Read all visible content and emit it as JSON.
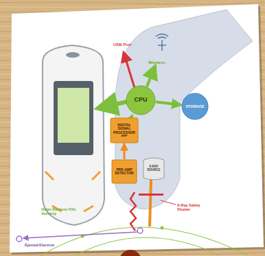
{
  "diagram": {
    "nodes": [
      {
        "text": [
          "CPU"
        ]
      },
      {
        "text": [
          "STORAGE"
        ]
      },
      {
        "text": [
          "DIGITAL SIGNAL PROCESSOR",
          "AMP"
        ]
      },
      {
        "text": [
          "PRE-AMP",
          "DETECTOR"
        ]
      },
      {
        "text": [
          "X-RAY SOURCE"
        ]
      }
    ],
    "edges": [
      {
        "from": 2,
        "to": 0,
        "arrow": "to"
      },
      {
        "from": 3,
        "to": 2,
        "arrow": "to"
      },
      {
        "from": 0,
        "to": 1,
        "arrow": "to"
      }
    ],
    "labels": [
      "USB Port",
      "Wireless",
      "X-Ray Safety Shutter",
      "Outer Electron Fills Vacancy",
      "Ejected Electron"
    ]
  }
}
